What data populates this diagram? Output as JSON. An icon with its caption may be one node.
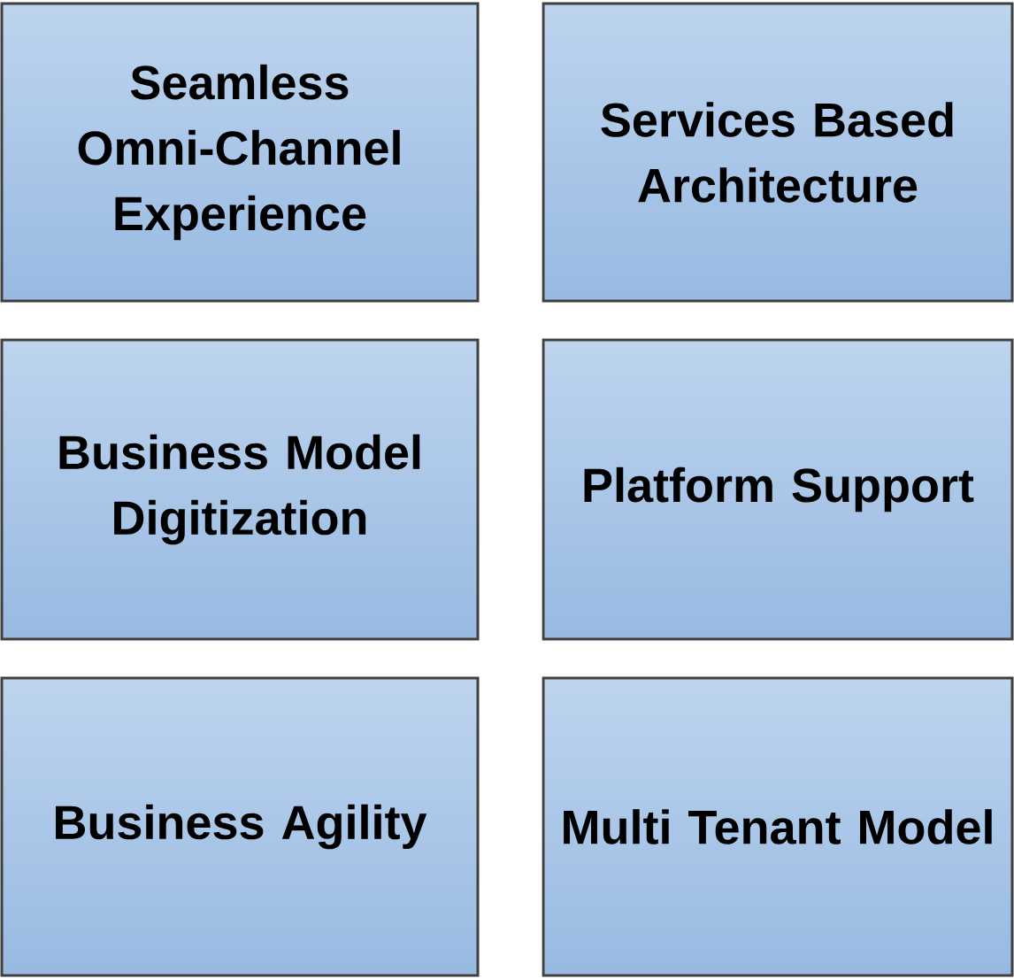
{
  "diagram": {
    "nodes": [
      {
        "text": [
          "Seamless Omni-Channel Experience"
        ]
      },
      {
        "text": [
          "Services Based Architecture"
        ]
      },
      {
        "text": [
          "Business Model Digitization"
        ]
      },
      {
        "text": [
          "Platform Support"
        ]
      },
      {
        "text": [
          "Business Agility"
        ]
      },
      {
        "text": [
          "Multi Tenant Model"
        ]
      }
    ]
  }
}
